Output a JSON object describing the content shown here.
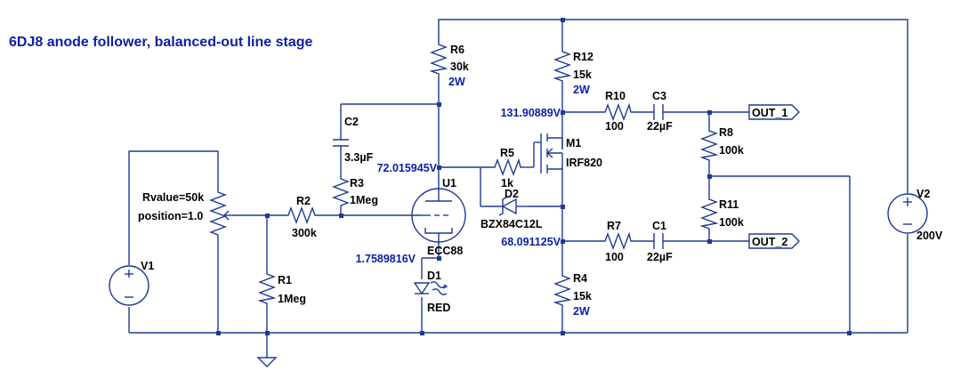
{
  "title": "6DJ8 anode follower, balanced-out line stage",
  "components": {
    "R6": {
      "name": "R6",
      "value": "30k",
      "power": "2W"
    },
    "R12": {
      "name": "R12",
      "value": "15k",
      "power": "2W"
    },
    "R10": {
      "name": "R10",
      "value": "100"
    },
    "C3": {
      "name": "C3",
      "value": "22µF"
    },
    "C2": {
      "name": "C2",
      "value": "3.3µF"
    },
    "R3": {
      "name": "R3",
      "value": "1Meg"
    },
    "R5": {
      "name": "R5",
      "value": "1k"
    },
    "D2": {
      "name": "D2",
      "value": "BZX84C12L"
    },
    "M1": {
      "name": "M1",
      "value": "IRF820"
    },
    "R8": {
      "name": "R8",
      "value": "100k"
    },
    "R11": {
      "name": "R11",
      "value": "100k"
    },
    "V2": {
      "name": "V2",
      "value": "200V"
    },
    "POT": {
      "rvalue": "Rvalue=50k",
      "position": "position=1.0"
    },
    "R2": {
      "name": "R2",
      "value": "300k"
    },
    "U1": {
      "name": "U1",
      "value": "ECC88"
    },
    "R7": {
      "name": "R7",
      "value": "100"
    },
    "C1": {
      "name": "C1",
      "value": "22µF"
    },
    "V1": {
      "name": "V1"
    },
    "R1": {
      "name": "R1",
      "value": "1Meg"
    },
    "D1": {
      "name": "D1",
      "value": "RED"
    },
    "R4": {
      "name": "R4",
      "value": "15k",
      "power": "2W"
    }
  },
  "node_voltages": {
    "drain": "131.90889V",
    "anode": "72.015945V",
    "source": "68.091125V",
    "cathode": "1.7589816V"
  },
  "ports": {
    "out1": "OUT_1",
    "out2": "OUT_2"
  },
  "colors": {
    "wire": "#1f3a93",
    "label": "#000000",
    "value": "#0b1ea8"
  }
}
